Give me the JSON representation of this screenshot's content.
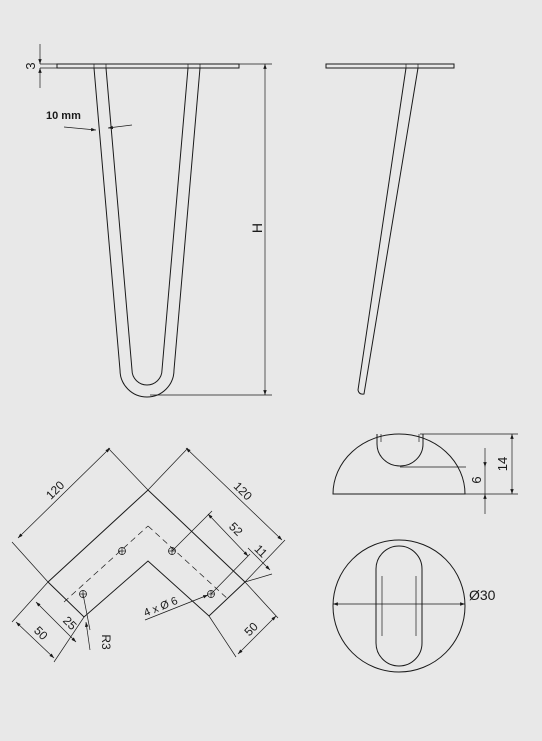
{
  "labels": {
    "plate_thickness": "3",
    "rod_offset": "10 mm",
    "height": "H",
    "plate_side_left": "120",
    "plate_side_right": "120",
    "hole_pitch": "52",
    "hole_edge": "11",
    "edge_left": "50",
    "edge_right": "50",
    "hole_offset": "25",
    "corner_radius": "R3",
    "hole_callout": "4 x Ø 6",
    "foot_height": "14",
    "foot_inner": "6",
    "foot_diameter": "Ø30"
  },
  "colors": {
    "line": "#1a1a1a",
    "background": "#e8e8e8"
  }
}
